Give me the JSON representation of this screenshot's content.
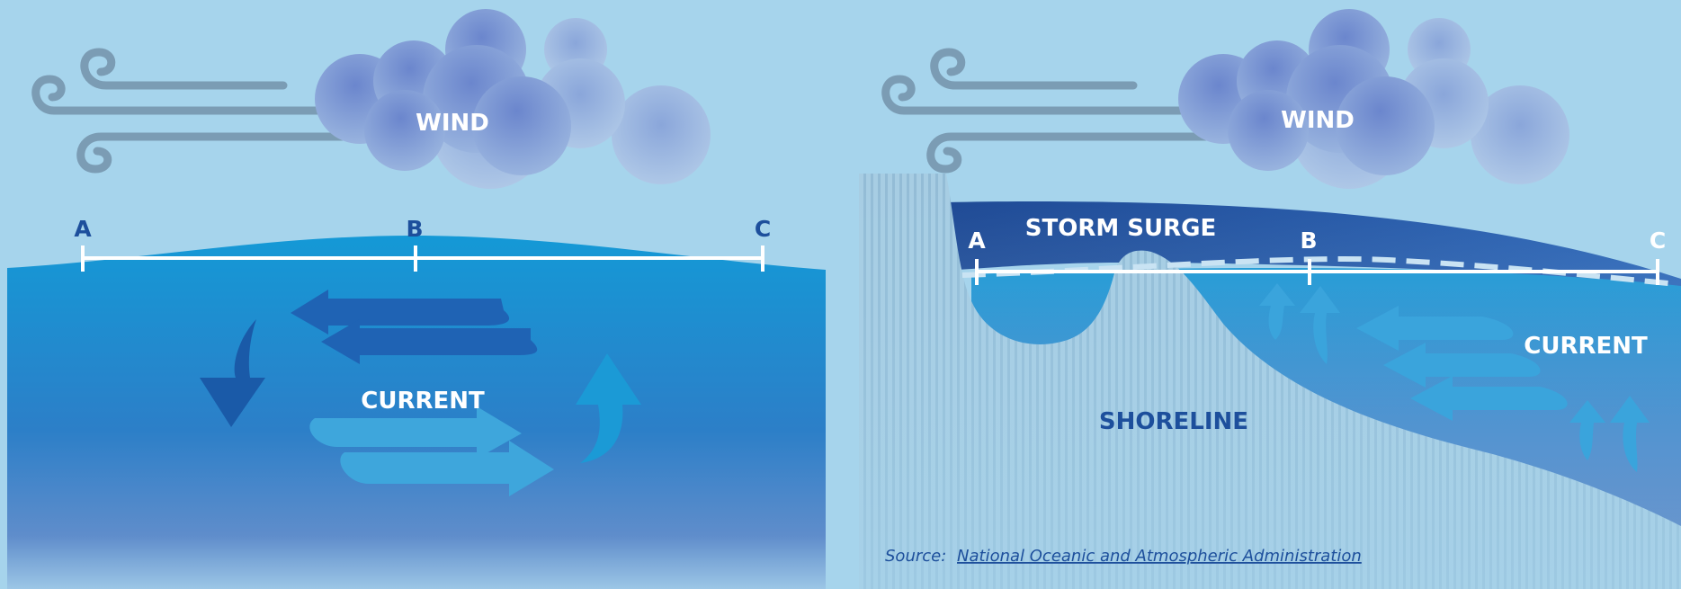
{
  "panels": [
    {
      "id": "normal",
      "labels": {
        "wind": "WIND",
        "current": "CURRENT",
        "point_a": "A",
        "point_b": "B",
        "point_c": "C"
      }
    },
    {
      "id": "storm",
      "labels": {
        "wind": "WIND",
        "storm_surge": "STORM SURGE",
        "current": "CURRENT",
        "shoreline": "SHORELINE",
        "point_a": "A",
        "point_b": "B",
        "point_c": "C"
      }
    }
  ],
  "source": {
    "prefix": "Source:",
    "link_text": "National Oceanic and Atmospheric Administration"
  },
  "colors": {
    "sky": "#a6d4ec",
    "water": "#0f8fd0",
    "deep_water": "#2f62b4",
    "surge": "#1a4d9c",
    "cloud": "#7c9fd5",
    "wind": "#7b9cb4",
    "label_blue": "#1d4f9c",
    "white": "#ffffff"
  }
}
